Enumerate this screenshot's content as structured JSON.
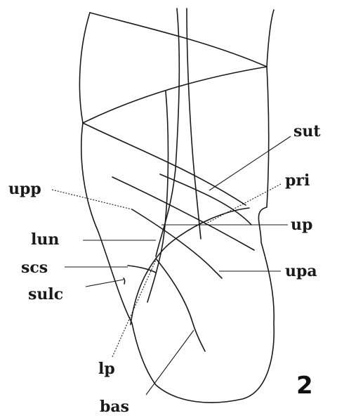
{
  "figure": {
    "number": "2"
  },
  "labels": {
    "sut": "sut",
    "pri": "pri",
    "upp": "upp",
    "up": "up",
    "lun": "lun",
    "scs": "scs",
    "upa": "upa",
    "sulc": "sulc",
    "lp": "lp",
    "bas": "bas"
  }
}
